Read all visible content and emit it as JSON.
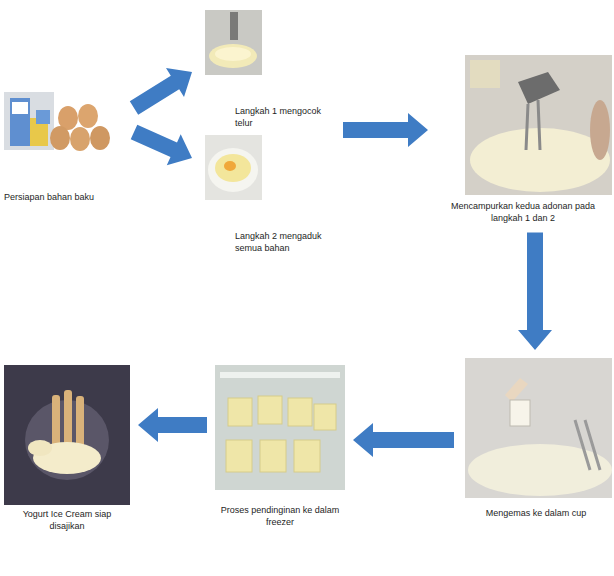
{
  "diagram": {
    "nodes": [
      {
        "text": [
          "Persiapan bahan baku"
        ]
      },
      {
        "text": [
          "Langkah 1 mengocok telur"
        ]
      },
      {
        "text": [
          "Langkah 2 mengaduk semua bahan"
        ]
      },
      {
        "text": [
          "Mencampurkan kedua adonan pada langkah 1 dan 2"
        ]
      },
      {
        "text": [
          "Mengemas ke dalam cup"
        ]
      },
      {
        "text": [
          "Proses pendinginan ke dalam freezer"
        ]
      },
      {
        "text": [
          "Yogurt Ice Cream siap disajikan"
        ]
      }
    ],
    "edges": [
      {
        "from": 0,
        "to": 1,
        "arrow": "to"
      },
      {
        "from": 0,
        "to": 2,
        "arrow": "to"
      },
      {
        "from": 1,
        "to": 3,
        "arrow": "to"
      },
      {
        "from": 3,
        "to": 4,
        "arrow": "to"
      },
      {
        "from": 4,
        "to": 5,
        "arrow": "to"
      },
      {
        "from": 5,
        "to": 6,
        "arrow": "to"
      }
    ]
  }
}
